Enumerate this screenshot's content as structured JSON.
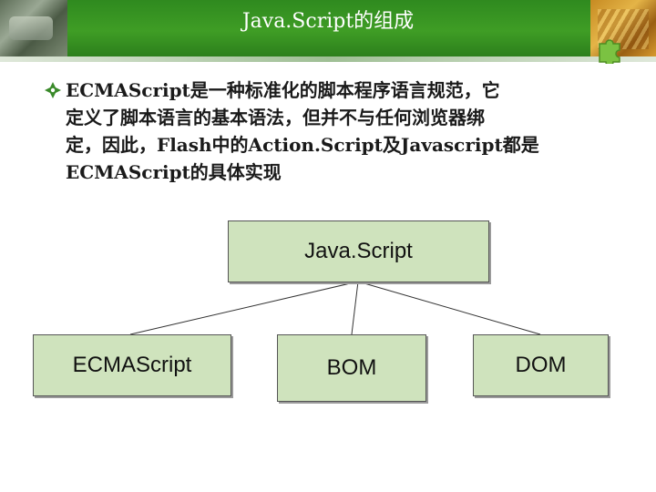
{
  "slide": {
    "title": "Java.Script的组成",
    "bullet_lines": [
      "ECMAScript是一种标准化的脚本程序语言规范，它",
      "定义了脚本语言的基本语法，但并不与任何浏览器绑",
      "定，因此，Flash中的Action.Script及Javascript都是",
      "ECMAScript的具体实现"
    ]
  },
  "diagram": {
    "root": "Java.Script",
    "children": [
      "ECMAScript",
      "BOM",
      "DOM"
    ]
  },
  "colors": {
    "header_green": "#3f9d25",
    "node_fill": "#cfe3bd",
    "bullet_green": "#3a8a2a"
  },
  "icons": {
    "bullet": "diamond-bullet-icon",
    "decoration": "puzzle-piece-icon"
  }
}
